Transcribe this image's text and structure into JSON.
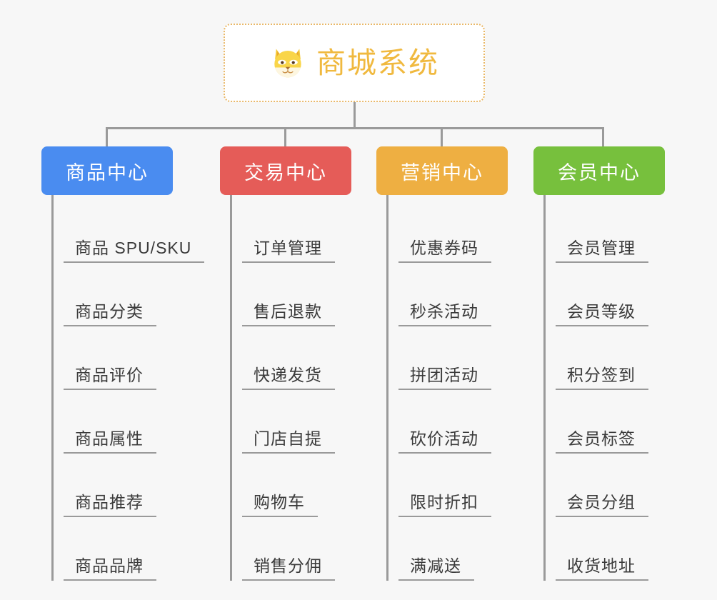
{
  "root": {
    "title": "商城系统",
    "icon": "shiba-dog-icon",
    "border_color": "#e9b868",
    "text_color": "#f0b93f",
    "background": "#ffffff"
  },
  "page": {
    "background": "#f7f7f7",
    "connector_color": "#9a9a9a"
  },
  "columns": [
    {
      "title": "商品中心",
      "color": "#4a8cf0",
      "items": [
        {
          "label": "商品 SPU/SKU"
        },
        {
          "label": "商品分类"
        },
        {
          "label": "商品评价"
        },
        {
          "label": "商品属性"
        },
        {
          "label": "商品推荐"
        },
        {
          "label": "商品品牌"
        }
      ]
    },
    {
      "title": "交易中心",
      "color": "#e55c58",
      "items": [
        {
          "label": "订单管理"
        },
        {
          "label": "售后退款"
        },
        {
          "label": "快递发货"
        },
        {
          "label": "门店自提"
        },
        {
          "label": "购物车"
        },
        {
          "label": "销售分佣"
        }
      ]
    },
    {
      "title": "营销中心",
      "color": "#eeaf42",
      "items": [
        {
          "label": "优惠券码"
        },
        {
          "label": "秒杀活动"
        },
        {
          "label": "拼团活动"
        },
        {
          "label": "砍价活动"
        },
        {
          "label": "限时折扣"
        },
        {
          "label": "满减送"
        }
      ]
    },
    {
      "title": "会员中心",
      "color": "#77c03d",
      "items": [
        {
          "label": "会员管理"
        },
        {
          "label": "会员等级"
        },
        {
          "label": "积分签到"
        },
        {
          "label": "会员标签"
        },
        {
          "label": "会员分组"
        },
        {
          "label": "收货地址"
        }
      ]
    }
  ]
}
